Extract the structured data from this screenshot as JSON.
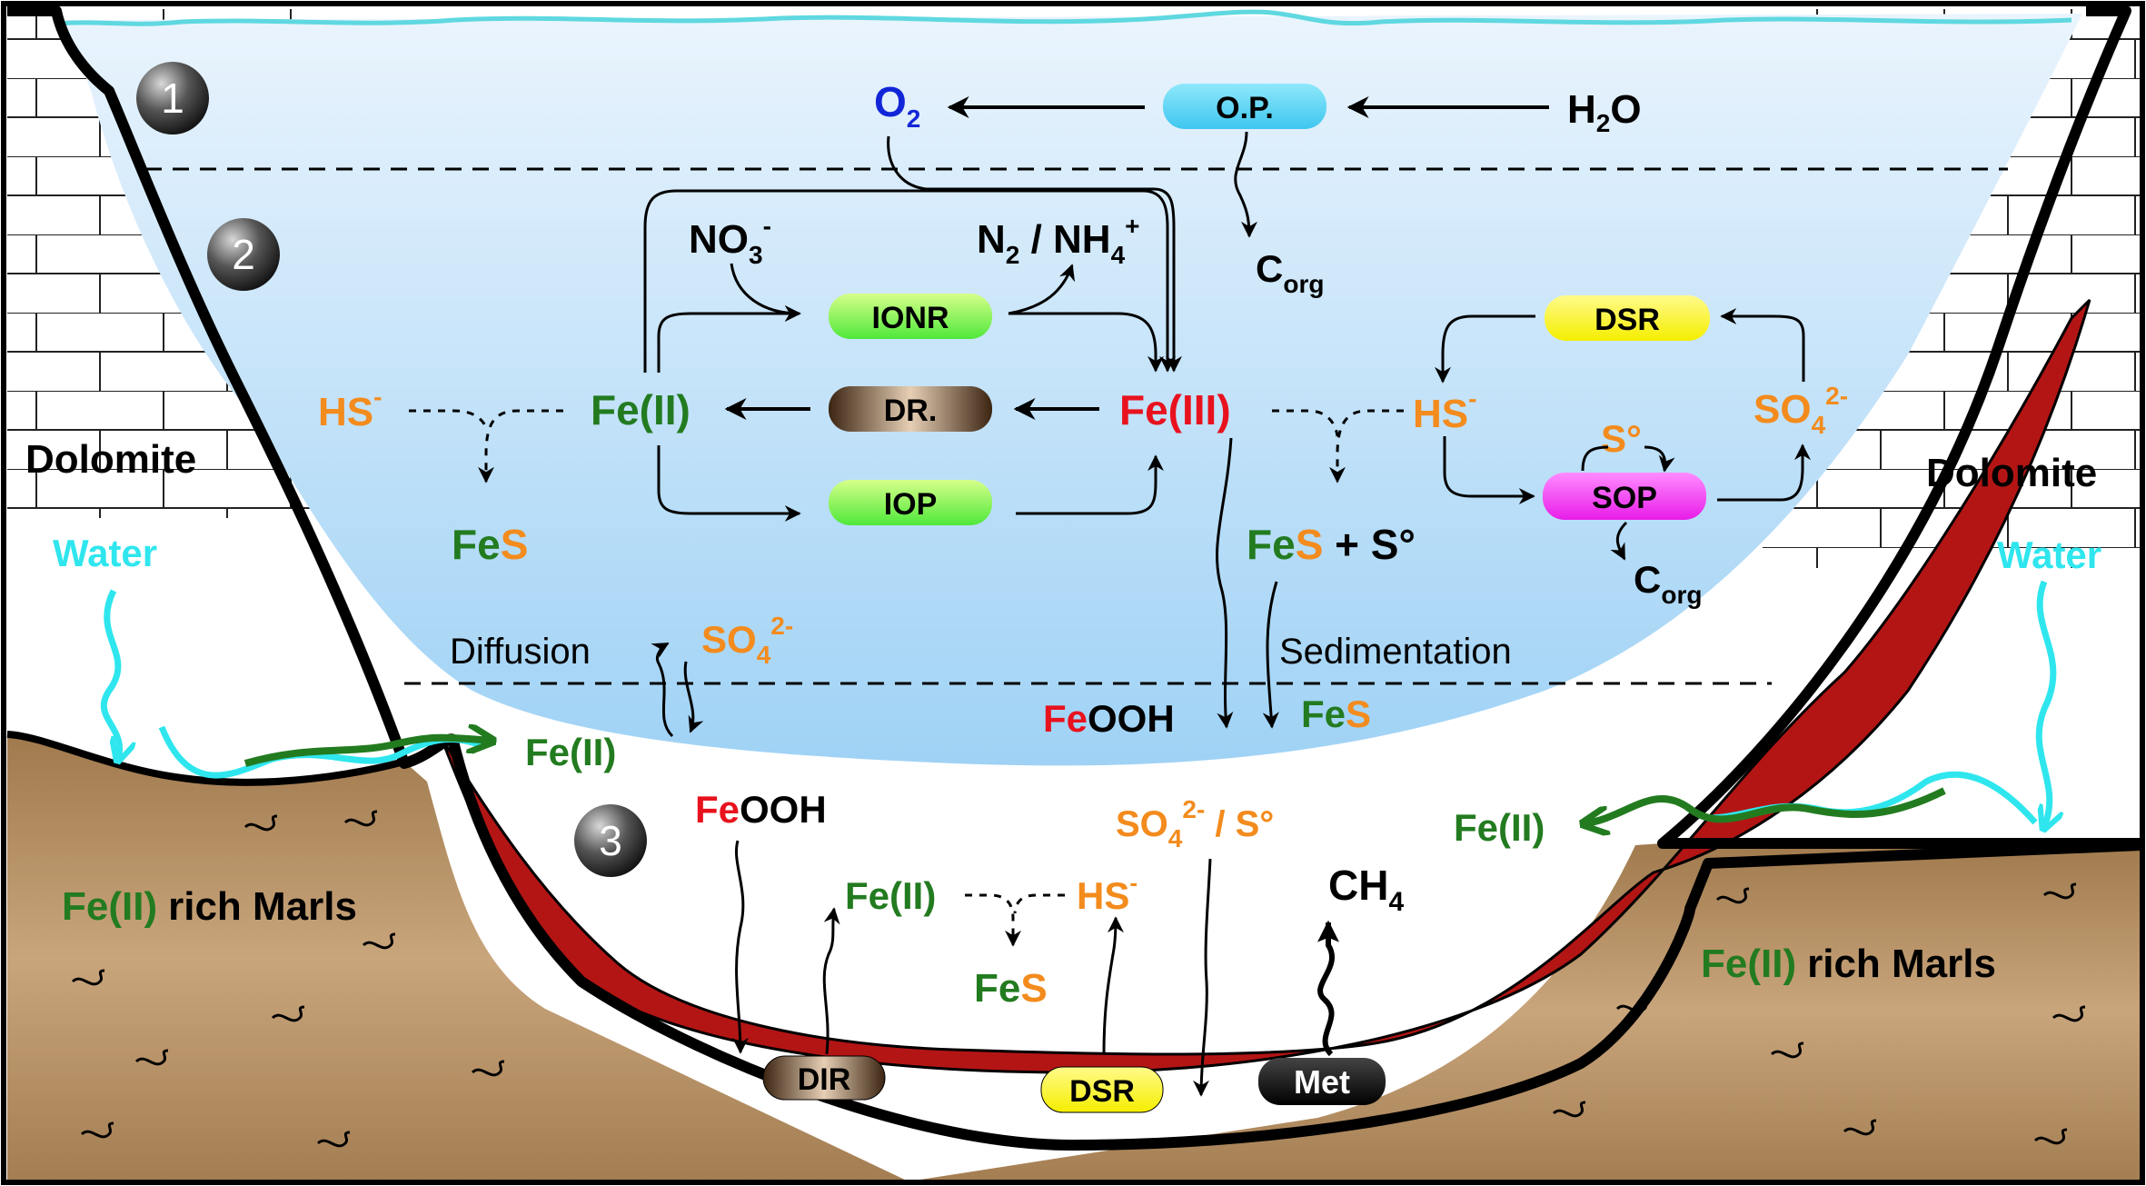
{
  "colors": {
    "water_top": "#eaf4fd",
    "water_bottom": "#9fd2f5",
    "surface_line": "#5fd8e0",
    "sediment": "#b31515",
    "marl": "#b08a5c",
    "green": "#237b20",
    "orange": "#f38b1d",
    "red": "#e8121e",
    "blue": "#1226d8",
    "cyan": "#2fe6ee"
  },
  "zones": [
    "1",
    "2",
    "3"
  ],
  "labels": {
    "dolomite": "Dolomite",
    "water": "Water",
    "marls_part": "rich Marls",
    "fe2": "Fe(II)",
    "fe3": "Fe(III)",
    "hs": "HS",
    "fe": "Fe",
    "s": "S",
    "fes_plus": " + S°",
    "s0": "S°",
    "so4": "SO",
    "so4_sub": "4",
    "so4_sup": "2-",
    "o2": "O",
    "o2_sub": "2",
    "h2o_h": "H",
    "h2o_sub": "2",
    "h2o_o": "O",
    "c": "C",
    "c_sub": "org",
    "no3": "NO",
    "no3_sub": "3",
    "no3_sup": "-",
    "n2": "N",
    "n2_sub": "2",
    "n2_mid": " / NH",
    "n2_sub2": "4",
    "n2_sup": "+",
    "minus": "-",
    "feooh_rest": "OOH",
    "ch4": "CH",
    "ch4_sub": "4",
    "so4_s0_rest": " / S°",
    "diffusion": "Diffusion",
    "sedimentation": "Sedimentation"
  },
  "processes": {
    "op": "O.P.",
    "ionr": "IONR",
    "dr": "DR.",
    "iop": "IOP",
    "dsr": "DSR",
    "sop": "SOP",
    "dir": "DIR",
    "met": "Met"
  }
}
